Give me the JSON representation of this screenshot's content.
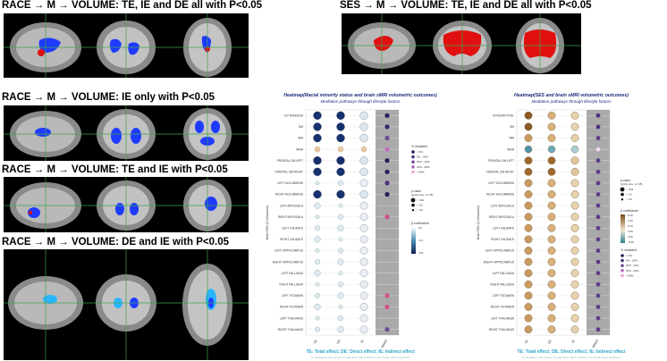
{
  "titles": {
    "t1": "RACE → M → VOLUME: TE, IE and DE all with P<0.05",
    "t2": "SES → M → VOLUME: TE, IE and DE all with P<0.05",
    "t3": "RACE → M → VOLUME: IE only with P<0.05",
    "t4": "RACE → M → VOLUME: TE and IE with P<0.05",
    "t5": "RACE → M → VOLUME: DE and IE with P<0.05"
  },
  "colors": {
    "blue_blob": "#1f3bff",
    "red_blob": "#e01010",
    "light_blue_blob": "#29b6ff",
    "crosshair": "#3fa34d"
  },
  "heatmap_left": {
    "title": "Heatmap(Racial minority status and brain sMRI volumetric outcomes)",
    "subtitle": "Mediation pathways through lifestyle factors",
    "ylabel": "Brain ROI (Z-measures)",
    "rows": [
      "ICV NUM/SUM",
      "GM",
      "WM",
      "WMH",
      "FRONTAL GM LEFT",
      "FRONTAL GM RIGHT",
      "LEFT ACCUMBENS",
      "RIGHT ACCUMBENS",
      "LEFT AMYGDALA",
      "RIGHT AMYGDALA",
      "LEFT CAUDATE",
      "RIGHT CAUDATE",
      "LEFT HIPPOCAMPUS",
      "RIGHT HIPPOCAMPUS",
      "LEFT PALLIDUM",
      "RIGHT PALLIDUM",
      "LEFT PUTAMEN",
      "RIGHT PUTAMEN",
      "LEFT THALAMUS",
      "RIGHT THALAMUS"
    ],
    "cols": [
      "TE",
      "DE",
      "IE",
      "%mediated"
    ],
    "footer": "TE: Total effect; DE: Direct effect; IE: Indirect effect",
    "note": "% mediated is the percent of total effect that is indirect; % is shown when significant",
    "legend": {
      "mediated_title": "% mediated",
      "mediated_items": [
        "< 0%",
        "0% - 20%",
        "20% - 40%",
        "40% - 60%",
        "> 60%"
      ],
      "p_title": "p-value",
      "p_sub": "(circle size: p<.05)",
      "p_items": [
        "< .001",
        "< .01",
        "< .05"
      ],
      "coef_title": "β coefficients",
      "coef_ticks": [
        "0.0",
        "-0.4",
        "-0.8"
      ]
    }
  },
  "heatmap_right": {
    "title": "Heatmap(SES and brain sMRI volumetric outcomes)",
    "subtitle": "Mediation pathways through lifestyle factors",
    "ylabel": "Brain ROI (Z-measures)",
    "rows": [
      "ICV/SUM/TOTAL",
      "GM",
      "WM",
      "WMH",
      "FRONTAL GM LEFT",
      "FRONTAL GM RIGHT",
      "LEFT ACCUMBENS",
      "RIGHT ACCUMBENS",
      "LEFT AMYGDALA",
      "RIGHT AMYGDALA",
      "LEFT CAUDATE",
      "RIGHT CAUDATE",
      "LEFT HIPPOCAMPUS",
      "RIGHT HIPPOCAMPUS",
      "LEFT PALLIDUM",
      "RIGHT PALLIDUM",
      "LEFT PUTAMEN",
      "RIGHT PUTAMEN",
      "LEFT THALAMUS",
      "RIGHT THALAMUS"
    ],
    "cols": [
      "TE",
      "DE",
      "IE",
      "%mediated"
    ],
    "footer": "TE: Total effect; DE: Direct effect; IE: Indirect effect",
    "note": "% mediated is the percent of total effect that is indirect; % is shown when significant",
    "legend": {
      "p_title": "p-value",
      "p_sub": "(circle size: p<.05)",
      "p_items": [
        "< .001",
        "< .01",
        "< .05"
      ],
      "coef_title": "β coefficients",
      "coef_ticks": [
        "0.20",
        "0.15",
        "0.10",
        "0.05",
        "0.00",
        "-0.05"
      ],
      "mediated_title": "% mediated",
      "mediated_items": [
        "< 0%",
        "0% - 20%",
        "20% - 40%",
        "40% - 60%",
        "> 60%"
      ]
    }
  }
}
